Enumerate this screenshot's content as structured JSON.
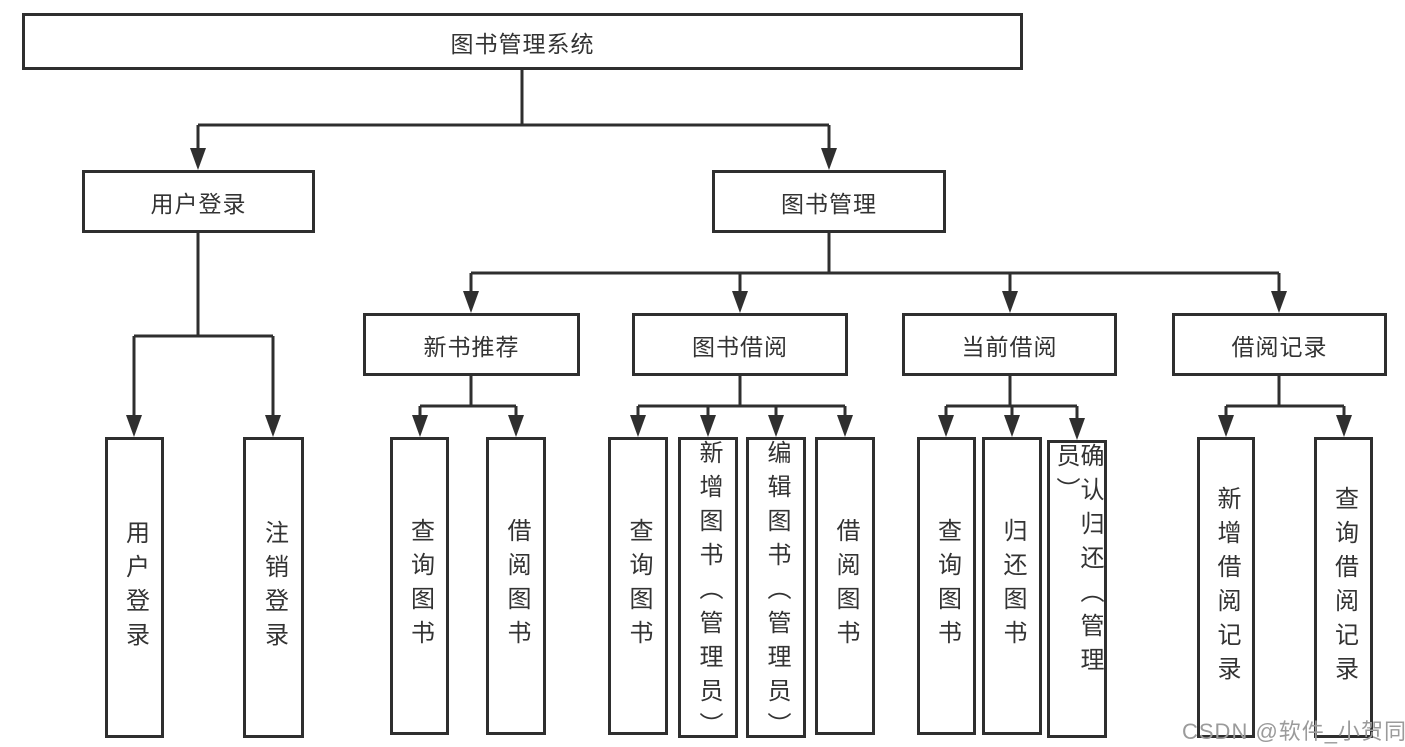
{
  "diagram": {
    "title": "图书管理系统",
    "level2": {
      "user": {
        "label": "用户登录",
        "children": [
          "用户登录",
          "注销登录"
        ]
      },
      "book": {
        "label": "图书管理"
      }
    },
    "level3": {
      "recommend": {
        "label": "新书推荐",
        "children": [
          "查询图书",
          "借阅图书"
        ]
      },
      "borrow": {
        "label": "图书借阅",
        "children": [
          "查询图书",
          "新增图书（管理员）",
          "编辑图书（管理员）",
          "借阅图书"
        ]
      },
      "current": {
        "label": "当前借阅",
        "children": [
          "查询图书",
          "归还图书",
          "确认归还（管理员）"
        ]
      },
      "records": {
        "label": "借阅记录",
        "children": [
          "新增借阅记录",
          "查询借阅记录"
        ]
      }
    }
  },
  "watermark": {
    "text": "CSDN @软件_小贺同学",
    "color": "#9b9b9b"
  },
  "colors": {
    "line": "#2f2f2f",
    "text": "#333333",
    "background": "#ffffff"
  }
}
